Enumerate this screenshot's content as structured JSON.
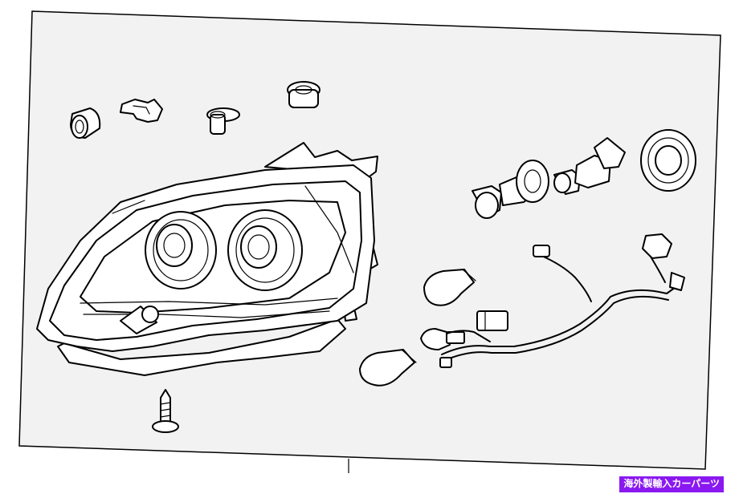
{
  "diagram": {
    "parts": [
      "headlamp-assembly",
      "grommet-left",
      "retainer-clip",
      "bushing-center",
      "bushing-top",
      "bolt",
      "bulb-socket-large",
      "bulb-socket-medium",
      "socket-cover",
      "bulb-upper",
      "bulb-middle",
      "bulb-lower",
      "wiring-harness"
    ]
  },
  "watermark": {
    "text": "海外製輸入カーパーツ",
    "color": "#8a18f0"
  }
}
